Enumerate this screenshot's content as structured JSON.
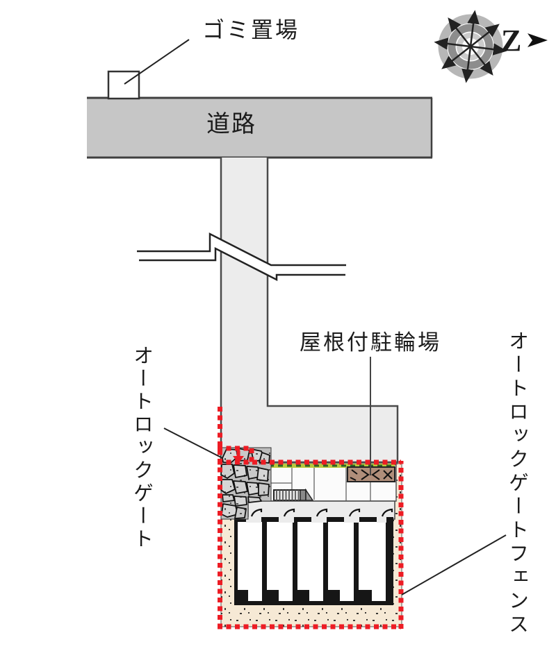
{
  "labels": {
    "garbage_area": "ゴミ置場",
    "road": "道路",
    "covered_bicycle_parking": "屋根付駐輪場",
    "auto_lock_gate": "オートロックゲート",
    "auto_lock_gate_fence": "オートロックゲートフェンス"
  },
  "compass": {
    "letter": "Z"
  },
  "colors": {
    "fence_red": "#ed1c24",
    "road_gray": "#c6c6c6",
    "path_gray": "#ececec",
    "ground_beige": "#f6e9d5",
    "bike_brown": "#b08e7a",
    "hedge_green": "#b9c93d",
    "stone_gray": "#d6d6d6",
    "line_dark": "#1a1a1a"
  }
}
